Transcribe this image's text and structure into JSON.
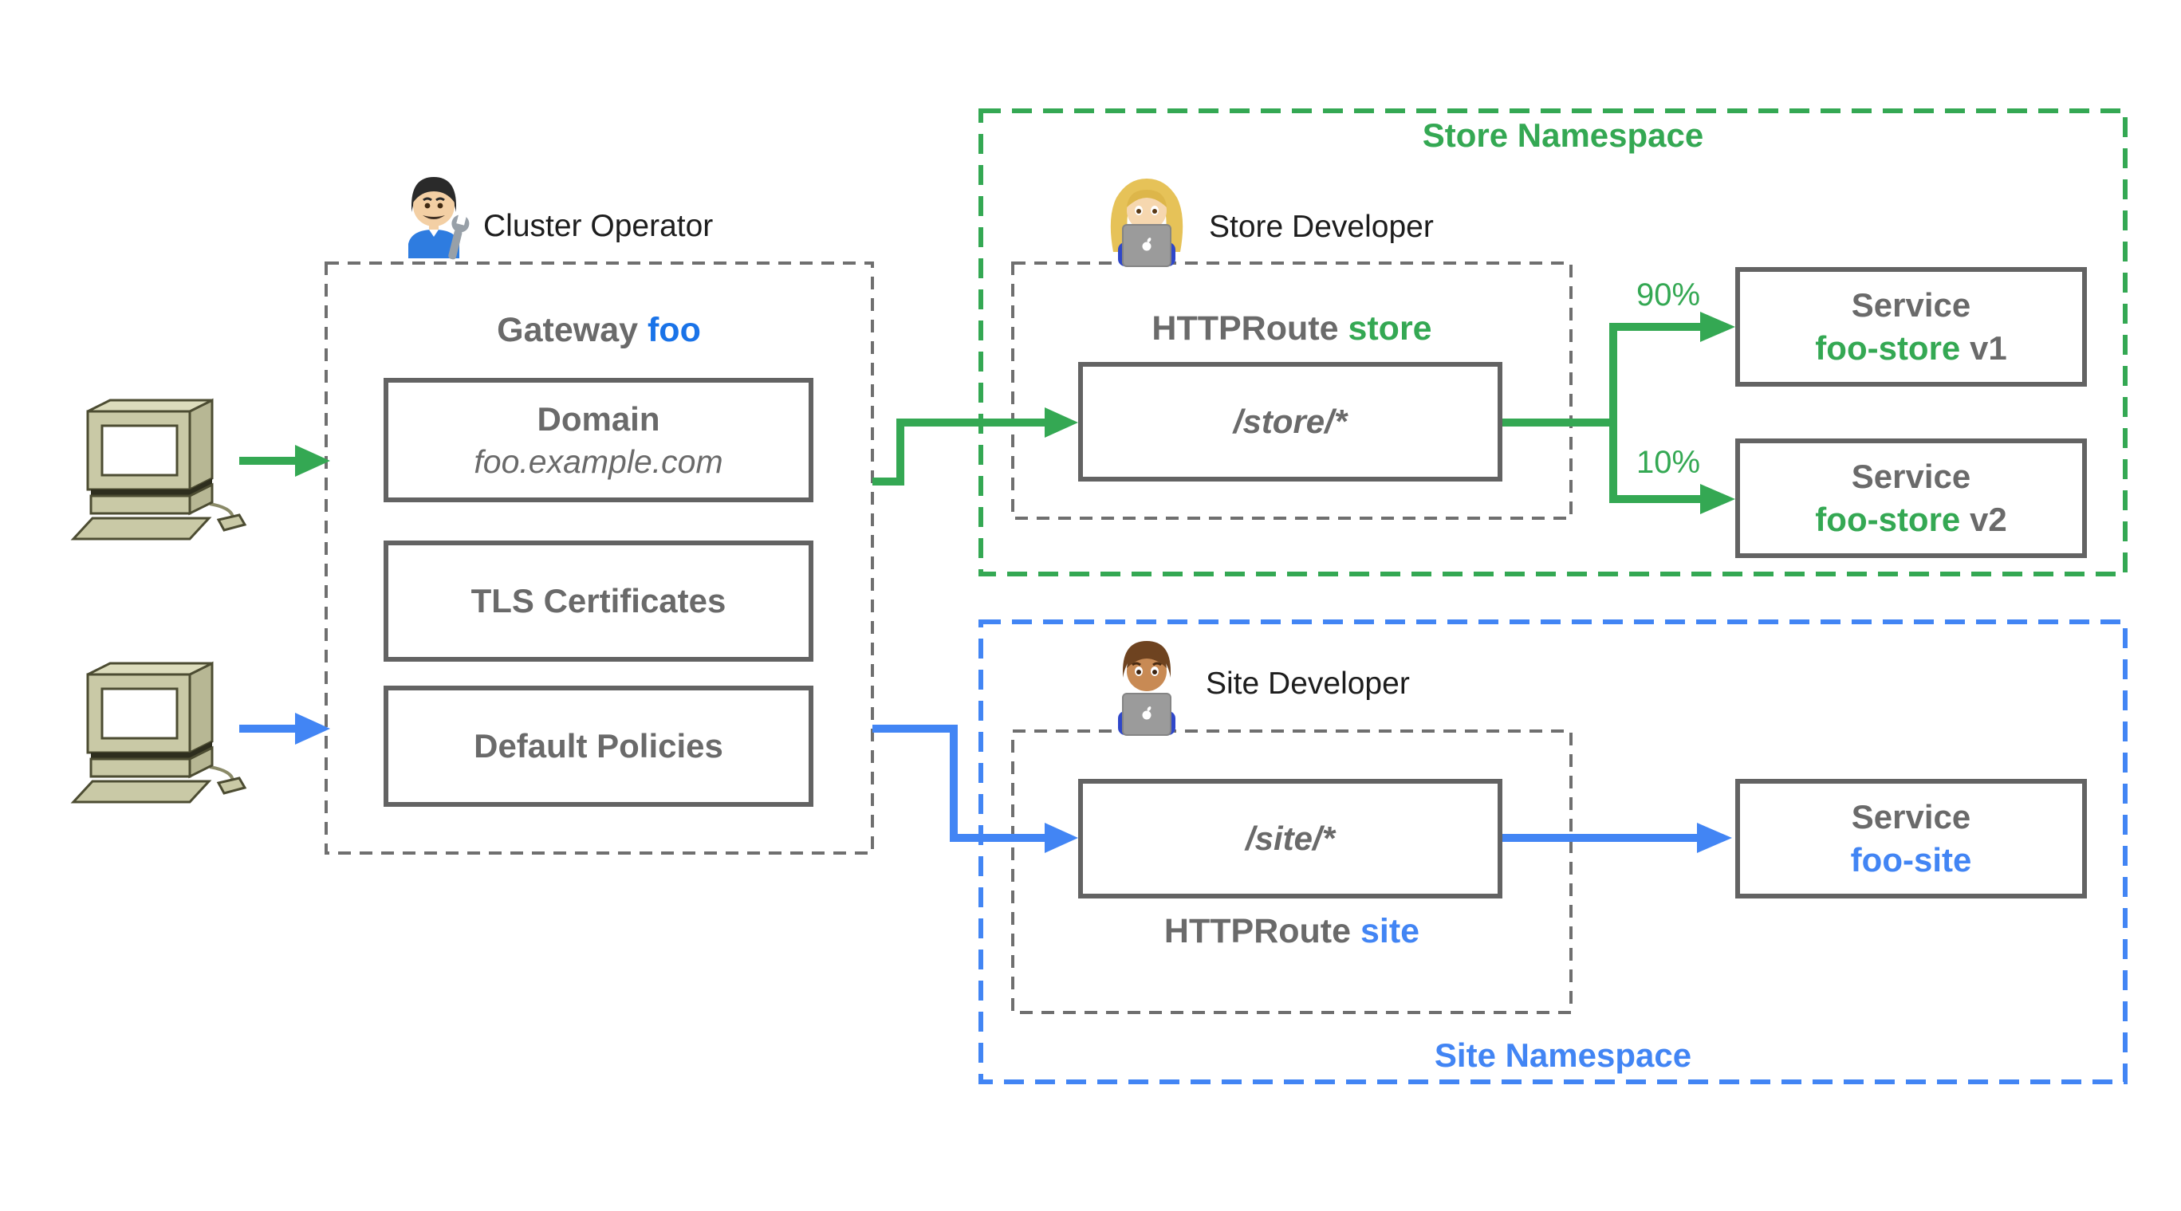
{
  "colors": {
    "green": "#34A853",
    "blue": "#4285F4",
    "gateway_name_blue": "#1A73E8",
    "gray_text": "#6A6A6A",
    "black_text": "#1D1D1D",
    "box_border": "#636363",
    "dashed_gray": "#6F6F6F"
  },
  "cluster": {
    "operator_label": "Cluster Operator",
    "gateway": {
      "prefix": "Gateway",
      "name": "foo"
    },
    "domain": {
      "title": "Domain",
      "value": "foo.example.com"
    },
    "tls": {
      "label": "TLS Certificates"
    },
    "policies": {
      "label": "Default Policies"
    }
  },
  "store": {
    "namespace": "Store Namespace",
    "developer": "Store Developer",
    "httproute": {
      "prefix": "HTTPRoute",
      "name": "store"
    },
    "path": "/store/*",
    "weight_v1": "90%",
    "weight_v2": "10%",
    "services": [
      {
        "type": "Service",
        "name": "foo-store",
        "version": "v1"
      },
      {
        "type": "Service",
        "name": "foo-store",
        "version": "v2"
      }
    ]
  },
  "site": {
    "namespace": "Site Namespace",
    "developer": "Site Developer",
    "httproute": {
      "prefix": "HTTPRoute",
      "name": "site"
    },
    "path": "/site/*",
    "service": {
      "type": "Service",
      "name": "foo-site"
    }
  },
  "icons": {
    "client_top": "desktop-computer-icon",
    "client_bottom": "desktop-computer-icon",
    "operator": "man-mechanic-emoji-icon",
    "store_developer": "woman-technologist-emoji-icon",
    "site_developer": "man-technologist-emoji-icon"
  }
}
